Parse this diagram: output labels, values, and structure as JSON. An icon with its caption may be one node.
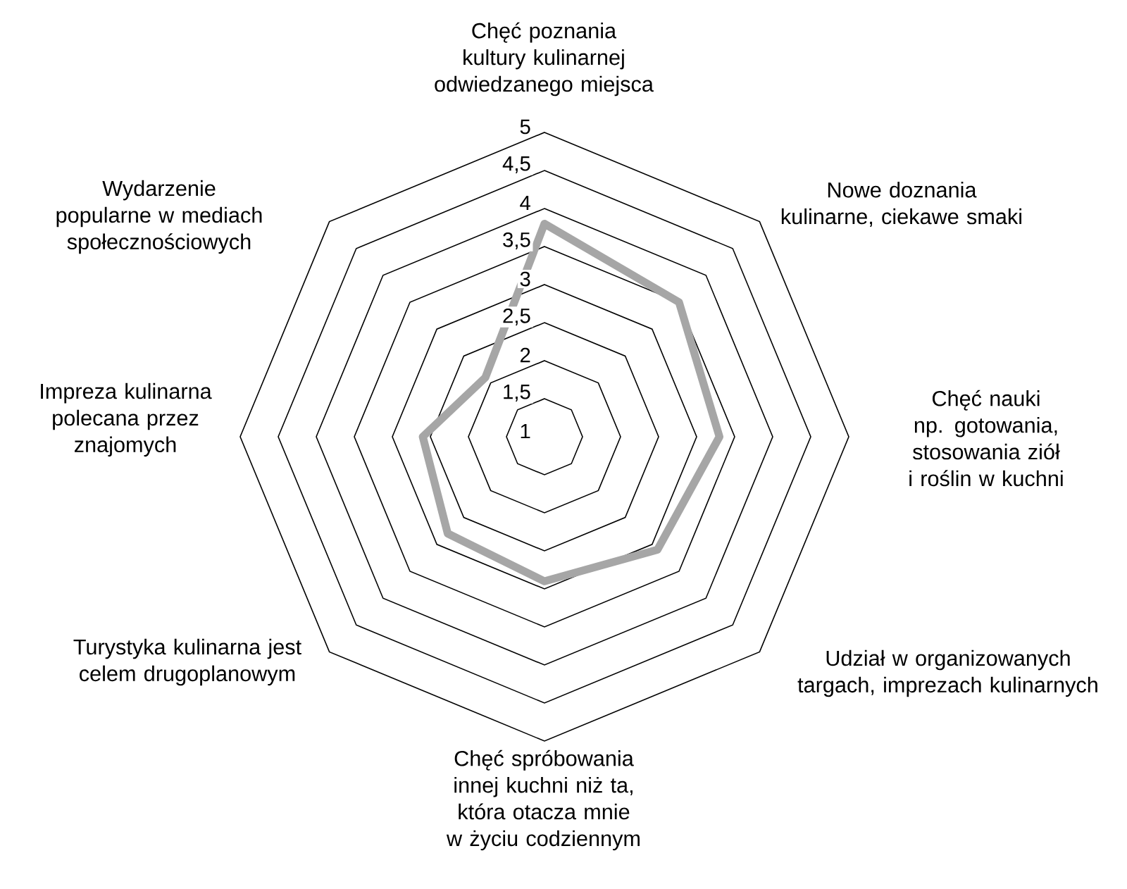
{
  "diagram": {
    "chart_data": {
      "type": "radar",
      "categories": [
        "Chęć poznania kultury kulinarnej odwiedzanego miejsca",
        "Nowe doznania kulinarne, ciekawe smaki",
        "Chęć nauki np. gotowania, stosowania ziół i roślin w kuchni",
        "Udział w organizowanych targach, imprezach kulinarnych",
        "Chęć spróbowania innej kuchni niż ta, która otacza mnie w życiu codziennym",
        "Turystyka kulinarna jest celem drugoplanowym",
        "Impreza kulinarna polecana przez znajomych",
        "Wydarzenie popularne w mediach społecznościowych"
      ],
      "series": [
        {
          "color": "#a6a6a6",
          "values": [
            3.8,
            3.5,
            3.3,
            3.1,
            2.9,
            2.8,
            2.6,
            2.1
          ]
        }
      ],
      "ylim": [
        1,
        5
      ],
      "yticks": [
        {
          "value": 1,
          "label": "1"
        },
        {
          "value": 1.5,
          "label": "1,5"
        },
        {
          "value": 2,
          "label": "2"
        },
        {
          "value": 2.5,
          "label": "2,5"
        },
        {
          "value": 3,
          "label": "3"
        },
        {
          "value": 3.5,
          "label": "3,5"
        },
        {
          "value": 4,
          "label": "4"
        },
        {
          "value": 4.5,
          "label": "4,5"
        },
        {
          "value": 5,
          "label": "5"
        }
      ]
    }
  }
}
